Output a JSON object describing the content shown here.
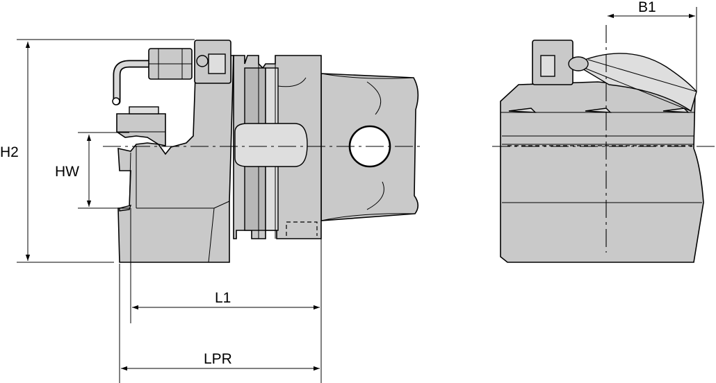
{
  "dimensions": {
    "h2": "H2",
    "hw": "HW",
    "l1": "L1",
    "lpr": "LPR",
    "b1": "B1"
  },
  "colors": {
    "part_fill": "#c9c9c9",
    "part_shadow": "#b7b7b7",
    "part_highlight": "#dedede",
    "line": "#000000",
    "background": "#ffffff"
  }
}
